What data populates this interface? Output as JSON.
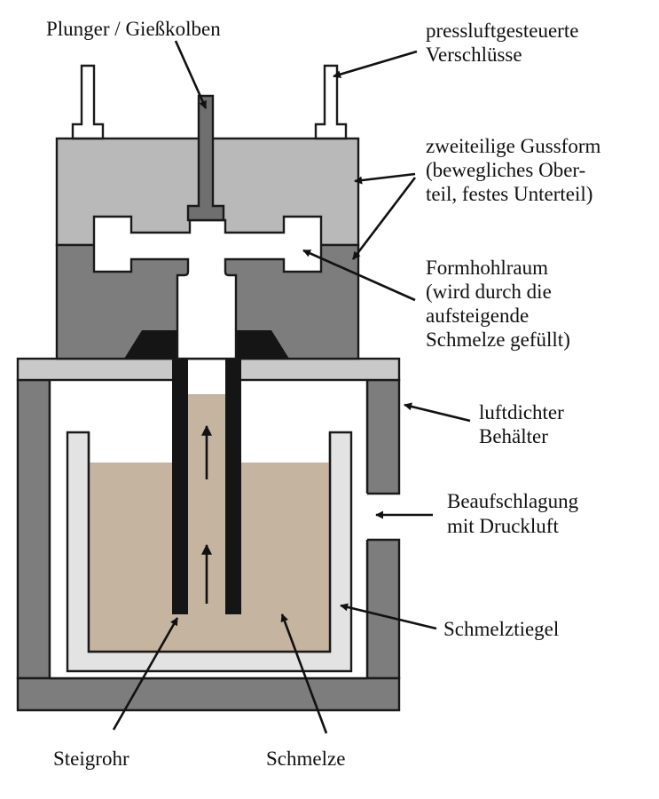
{
  "labels": {
    "plunger": "Plunger / Gießkolben",
    "closures_1": "pressluftgesteuerte",
    "closures_2": "Verschlüsse",
    "mould_1": "zweiteilige Gussform",
    "mould_2": "(bewegliches Ober-",
    "mould_3": "teil, festes Unterteil)",
    "cavity_1": "Formhohlraum",
    "cavity_2": "(wird durch die",
    "cavity_3": "aufsteigende",
    "cavity_4": "Schmelze gefüllt)",
    "container_1": "luftdichter",
    "container_2": "Behälter",
    "pressure_1": "Beaufschlagung",
    "pressure_2": "mit Druckluft",
    "crucible": "Schmelztiegel",
    "riser": "Steigrohr",
    "melt": "Schmelze"
  },
  "colors": {
    "mould_upper": "#b9b9b9",
    "mould_lower": "#7d7d7d",
    "plate": "#c9c9c9",
    "container_wall": "#7d7d7d",
    "crucible": "#e3e3e3",
    "melt": "#c4b4a0",
    "riser_tube": "#151515",
    "plunger": "#6f6f6f",
    "cavity": "#ffffff"
  }
}
